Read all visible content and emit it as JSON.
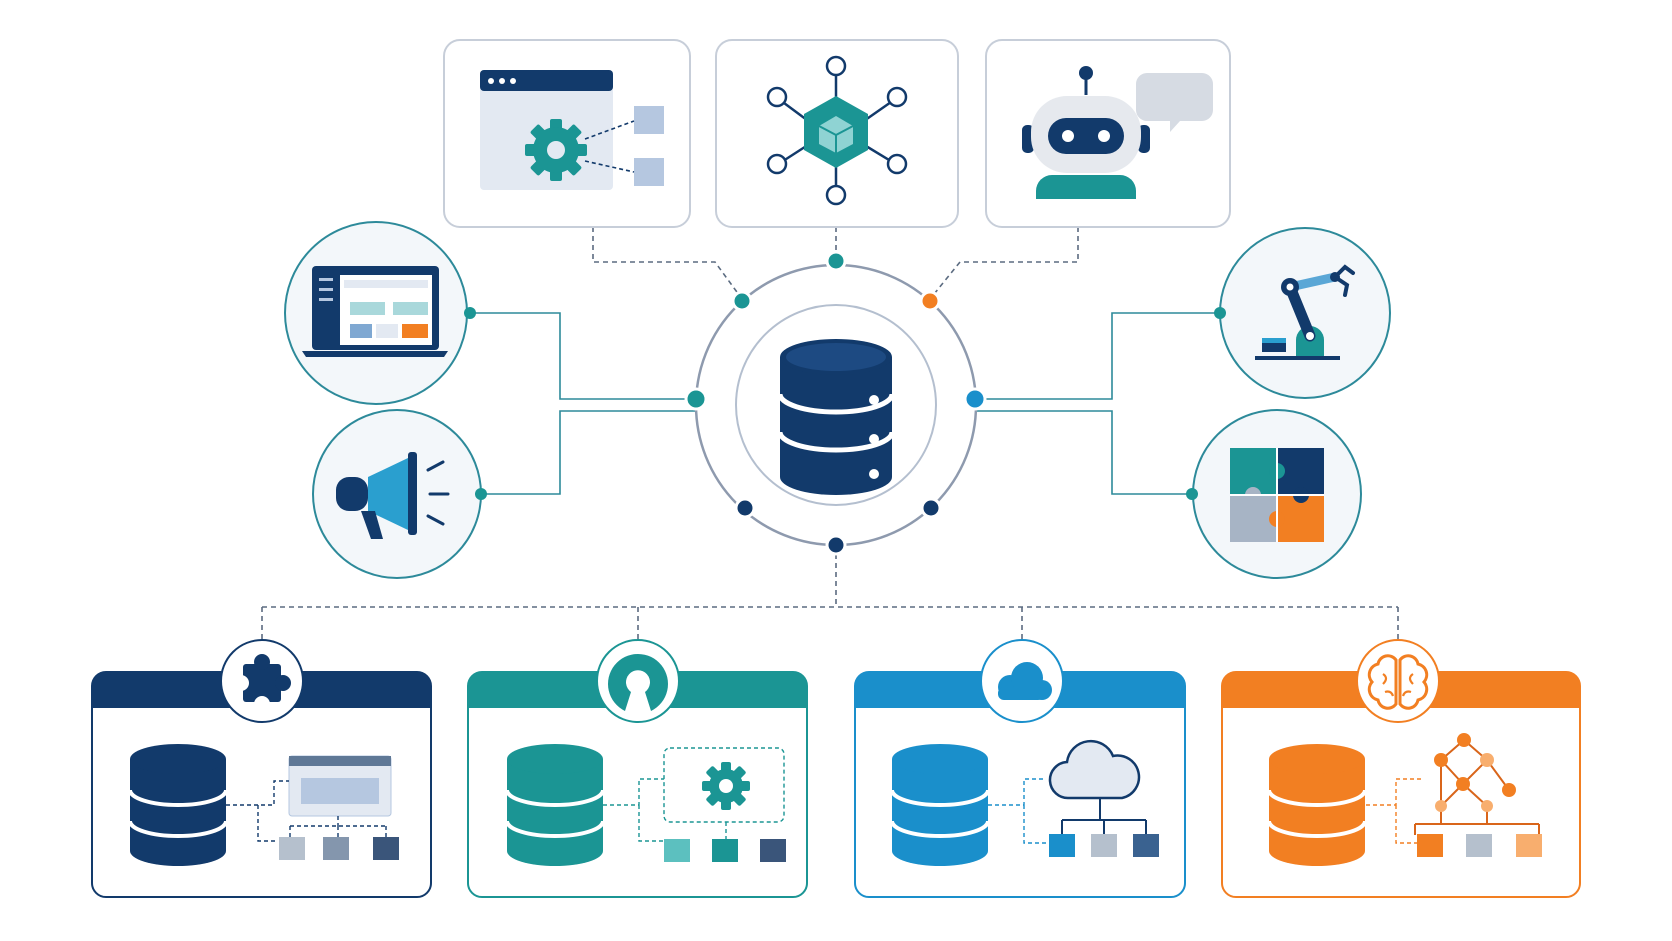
{
  "palette": {
    "navy": "#123a6b",
    "teal": "#1b9594",
    "blue": "#1a8fcb",
    "orange": "#f27f22",
    "light_blue": "#a9c3e0",
    "pale": "#e8eef6",
    "line": "#8a98ab",
    "circle_stroke": "#1e8f9b"
  },
  "hub": {
    "icon": "database-icon"
  },
  "top_cards": [
    {
      "id": "workflow-automation",
      "icon": "browser-gear-icon"
    },
    {
      "id": "network-hub",
      "icon": "hexagon-network-icon"
    },
    {
      "id": "chatbot",
      "icon": "robot-chat-icon"
    }
  ],
  "left_circles": [
    {
      "id": "dashboard",
      "icon": "laptop-dashboard-icon"
    },
    {
      "id": "marketing",
      "icon": "megaphone-icon"
    }
  ],
  "right_circles": [
    {
      "id": "robotics",
      "icon": "robot-arm-icon"
    },
    {
      "id": "integration",
      "icon": "puzzle-icon"
    }
  ],
  "bottom_panels": [
    {
      "id": "plugins",
      "color": "#123a6b",
      "badge_icon": "puzzle-piece-icon",
      "detail_icon": "browser-window-icon"
    },
    {
      "id": "open-source",
      "color": "#1b9594",
      "badge_icon": "open-source-icon",
      "detail_icon": "gear-icon"
    },
    {
      "id": "cloud",
      "color": "#1a8fcb",
      "badge_icon": "cloud-icon",
      "detail_icon": "cloud-network-icon"
    },
    {
      "id": "ai",
      "color": "#f27f22",
      "badge_icon": "brain-icon",
      "detail_icon": "neural-network-icon"
    }
  ]
}
